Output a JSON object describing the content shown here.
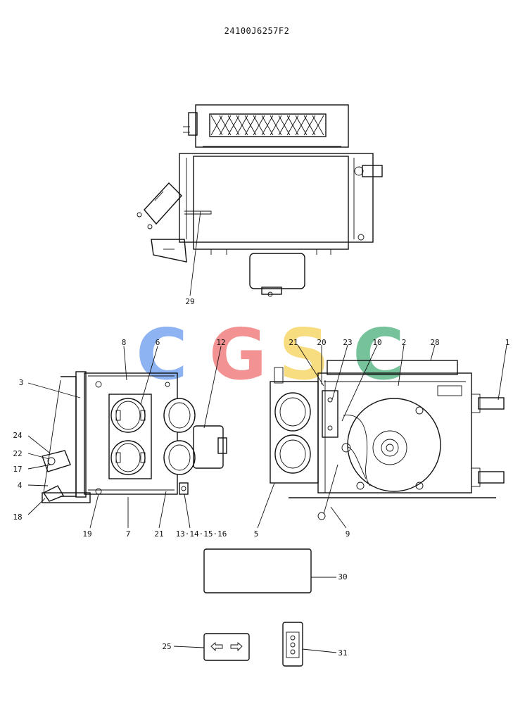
{
  "drawing_code": "24100J6257F2",
  "watermark": {
    "letters": [
      {
        "char": "C",
        "color": "#7ba6f2"
      },
      {
        "char": "G",
        "color": "#f07f7f"
      },
      {
        "char": "S",
        "color": "#f7d86a"
      },
      {
        "char": "C",
        "color": "#5fb98a"
      }
    ]
  },
  "callouts": {
    "c29": "29",
    "c8": "8",
    "c6": "6",
    "c12": "12",
    "c21a": "21",
    "c20": "20",
    "c23": "23",
    "c10": "10",
    "c2": "2",
    "c28": "28",
    "c1": "1",
    "c3": "3",
    "c24": "24",
    "c22": "22",
    "c17": "17",
    "c4": "4",
    "c18": "18",
    "c19": "19",
    "c7": "7",
    "c21b": "21",
    "c13_16": "13·14·15·16",
    "c5": "5",
    "c9": "9",
    "c30": "30",
    "c25": "25",
    "c31": "31"
  }
}
